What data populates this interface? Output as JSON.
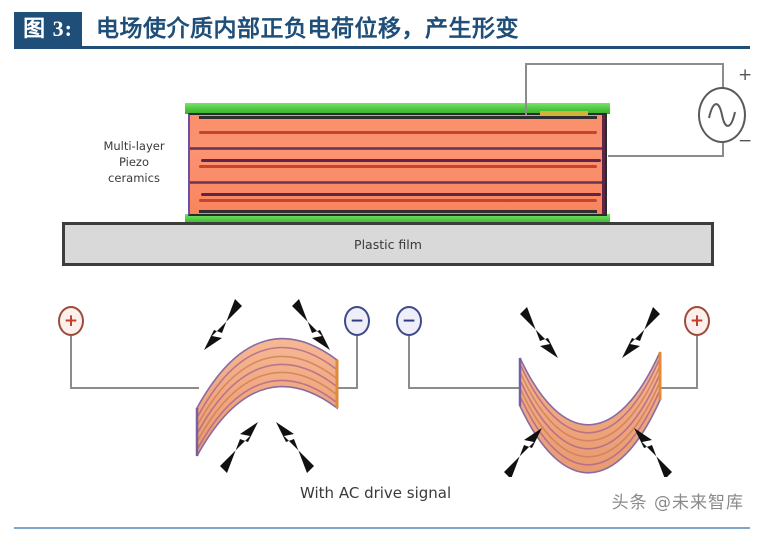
{
  "figure": {
    "tag": "图 3:",
    "title": "电场使介质内部正负电荷位移，产生形变",
    "accent_color": "#1f4e79",
    "rule_color": "#7fa6cc"
  },
  "watermark": {
    "text": "头条 @未来智库",
    "color": "#8a8a8a"
  },
  "diagram": {
    "piezo_label": {
      "line1": "Multi-layer",
      "line2": "Piezo",
      "line3": "ceramics"
    },
    "substrate_label": "Plastic film",
    "caption": "With AC drive signal",
    "stack": {
      "layer_count": 3,
      "electrode_count": 5,
      "body_color": "#fa8a62",
      "electrode_strip_color": "#4cc63f",
      "divider_color": "#5e2f52",
      "left_electrode_color": "#c5452a",
      "right_electrode_color": "#5e2547"
    },
    "source": {
      "type": "ac-sine-source",
      "plus": "+",
      "minus": "−",
      "stroke_color": "#5a5a5a"
    },
    "benders": [
      {
        "name": "bender-arched-up",
        "curvature": "convex-up",
        "left_terminal": "+",
        "right_terminal": "−",
        "arrow_count": 4,
        "layer_count": 6
      },
      {
        "name": "bender-arched-down",
        "curvature": "concave-up",
        "left_terminal": "−",
        "right_terminal": "+",
        "arrow_count": 4,
        "layer_count": 6
      }
    ]
  }
}
